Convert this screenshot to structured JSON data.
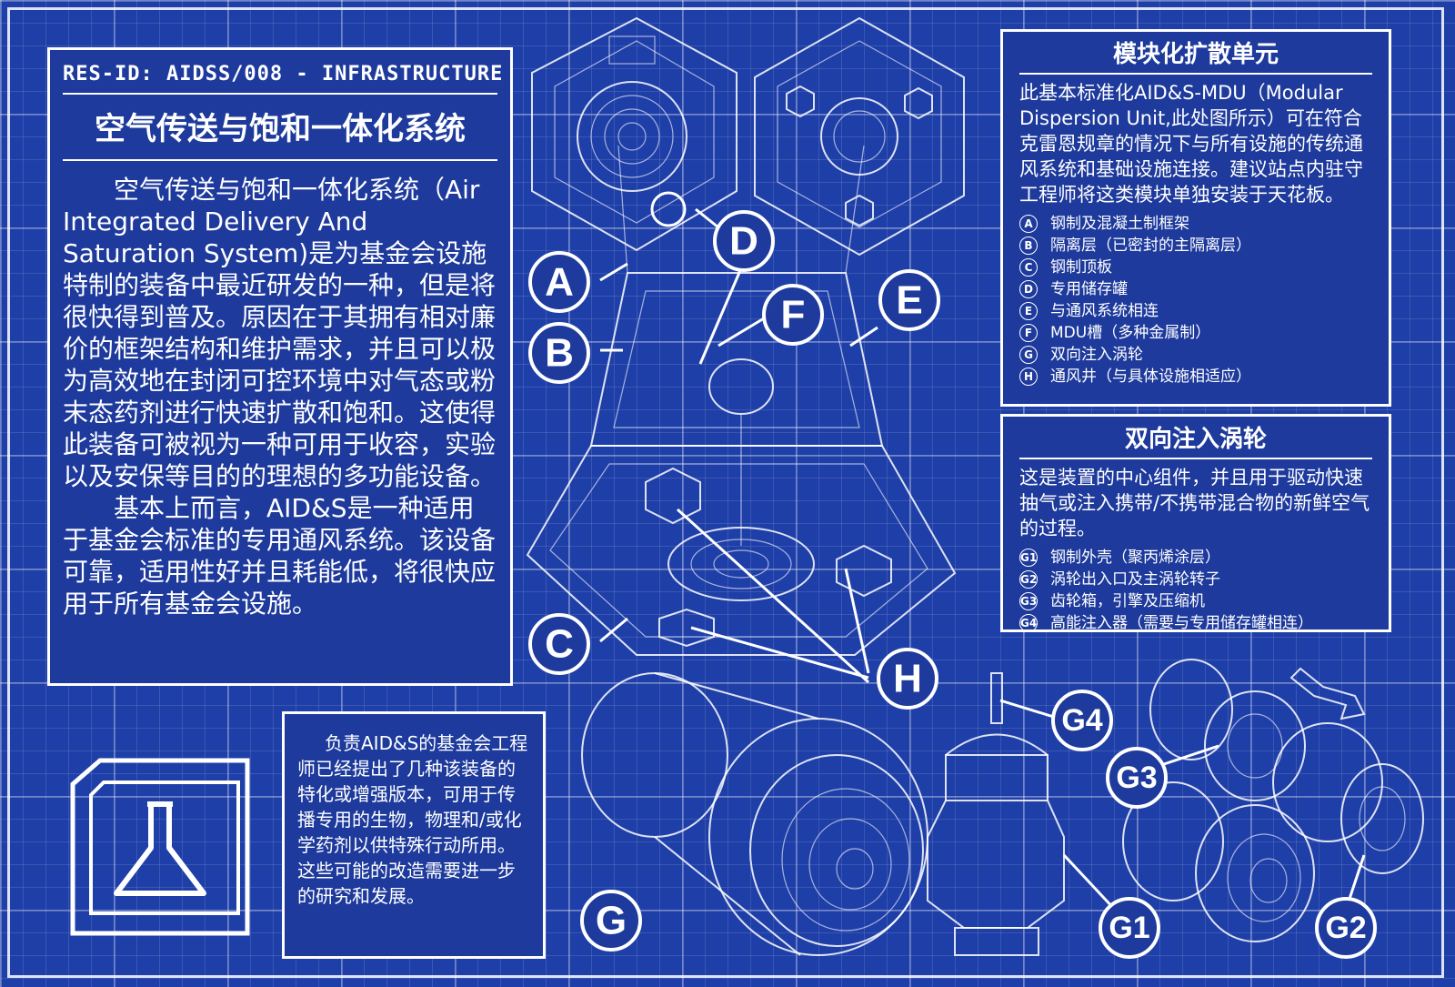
{
  "left_panel": {
    "res_id": "RES-ID: AIDSS/008 - INFRASTRUCTURE",
    "title": "空气传送与饱和一体化系统",
    "paragraph1": "空气传送与饱和一体化系统（Air Integrated Delivery And Saturation System)是为基金会设施特制的装备中最近研发的一种，但是将很快得到普及。原因在于其拥有相对廉价的框架结构和维护需求，并且可以极为高效地在封闭可控环境中对气态或粉末态药剂进行快速扩散和饱和。这使得此装备可被视为一种可用于收容，实验以及安保等目的的理想的多功能设备。",
    "paragraph2": "基本上而言，AID&S是一种适用于基金会标准的专用通风系统。该设备可靠，适用性好并且耗能低，将很快应用于所有基金会设施。"
  },
  "bottom_note": {
    "text": "负责AID&S的基金会工程师已经提出了几种该装备的特化或增强版本，可用于传播专用的生物，物理和/或化学药剂以供特殊行动所用。这些可能的改造需要进一步的研究和发展。"
  },
  "flask": {
    "icon": "flask-icon"
  },
  "mdu_panel": {
    "title": "模块化扩散单元",
    "description": "此基本标准化AID&S-MDU（Modular Dispersion Unit,此处图所示）可在符合克雷恩规章的情况下与所有设施的传统通风系统和基础设施连接。建议站点内驻守工程师将这类模块单独安装于天花板。",
    "legend": [
      {
        "key": "A",
        "label": "钢制及混凝土制框架"
      },
      {
        "key": "B",
        "label": "隔离层（已密封的主隔离层）"
      },
      {
        "key": "C",
        "label": "钢制顶板"
      },
      {
        "key": "D",
        "label": "专用储存罐"
      },
      {
        "key": "E",
        "label": "与通风系统相连"
      },
      {
        "key": "F",
        "label": "MDU槽（多种金属制）"
      },
      {
        "key": "G",
        "label": "双向注入涡轮"
      },
      {
        "key": "H",
        "label": "通风井（与具体设施相适应）"
      }
    ]
  },
  "turbine_panel": {
    "title": "双向注入涡轮",
    "description": "这是装置的中心组件，并且用于驱动快速抽气或注入携带/不携带混合物的新鲜空气的过程。",
    "legend": [
      {
        "key": "G1",
        "label": "钢制外壳（聚丙烯涂层）"
      },
      {
        "key": "G2",
        "label": "涡轮出入口及主涡轮转子"
      },
      {
        "key": "G3",
        "label": "齿轮箱，引擎及压缩机"
      },
      {
        "key": "G4",
        "label": "高能注入器（需要与专用储存罐相连）"
      }
    ]
  },
  "callouts": {
    "A": "A",
    "B": "B",
    "C": "C",
    "D": "D",
    "E": "E",
    "F": "F",
    "G": "G",
    "H": "H",
    "G1": "G1",
    "G2": "G2",
    "G3": "G3",
    "G4": "G4"
  }
}
